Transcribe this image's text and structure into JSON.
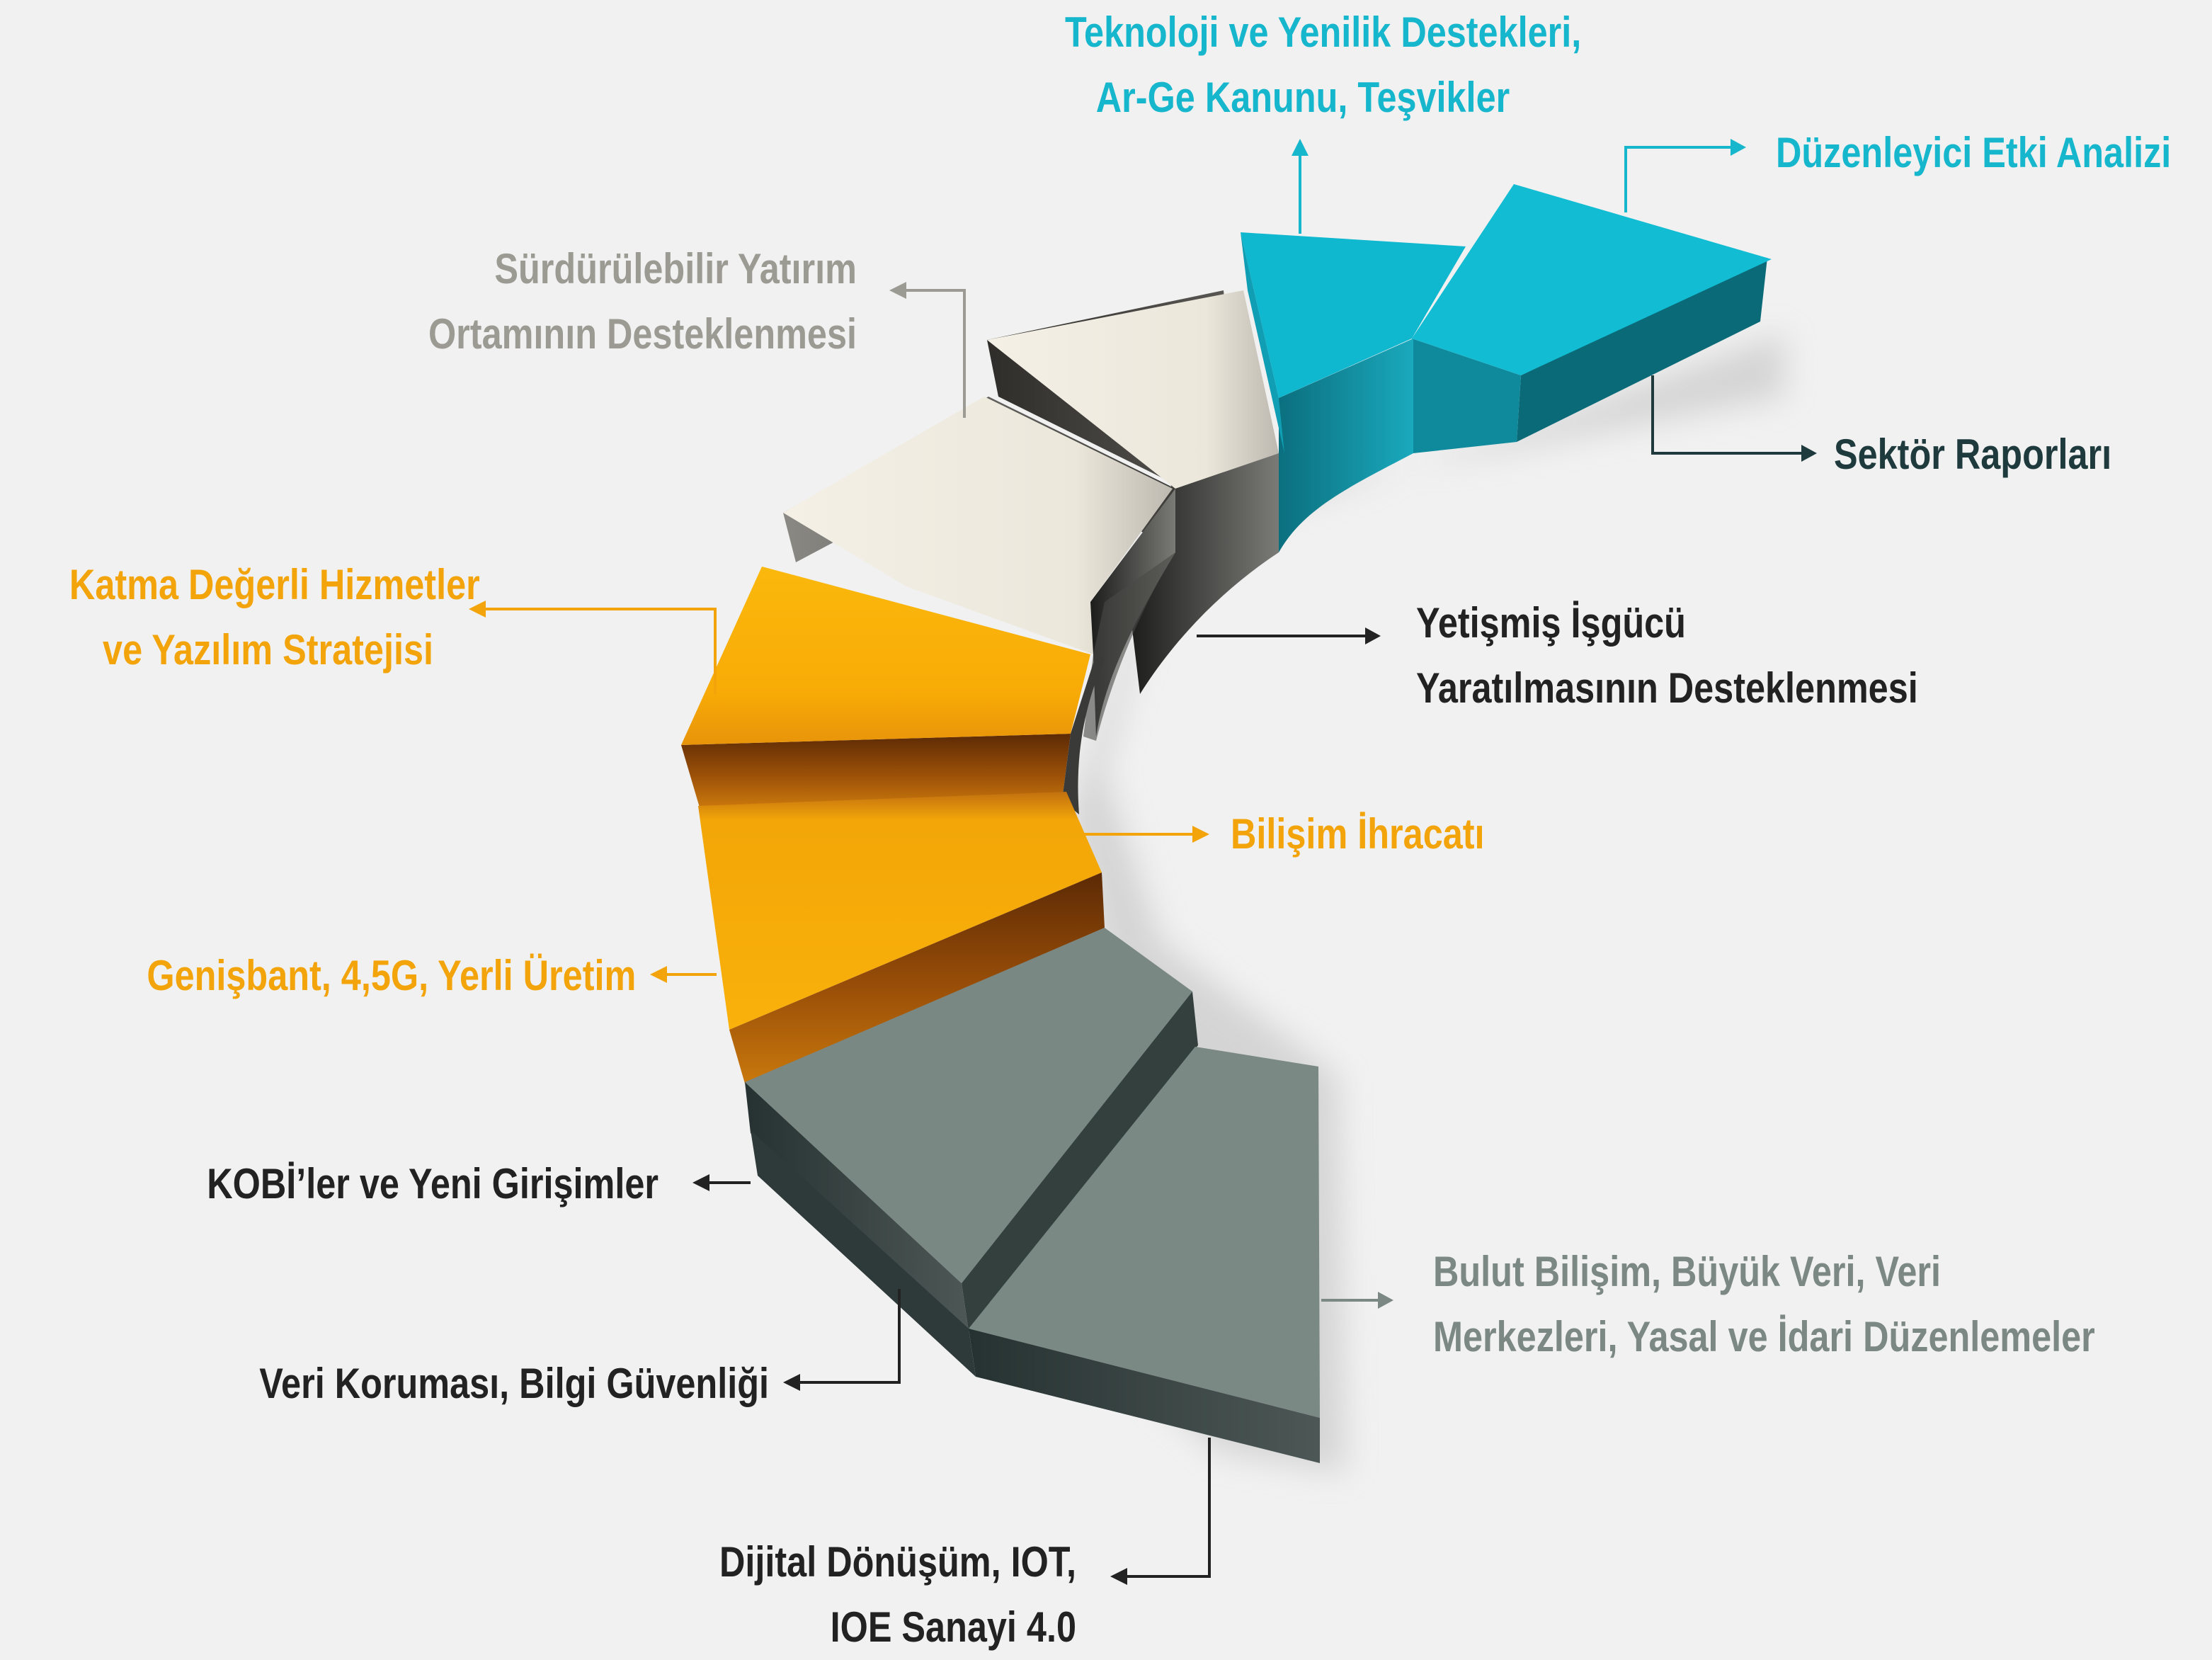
{
  "colors": {
    "teal": "#0fb9cf",
    "cream": "#f0ece1",
    "orange": "#f6ab07",
    "slate": "#7b8884",
    "gray_text": "#9b9b93",
    "dark_text": "#232b2b",
    "slate_text": "#7b8884",
    "background": "#f1f1f1"
  },
  "labels": {
    "teknoloji_line1": "Teknoloji ve Yenilik Destekleri,",
    "teknoloji_line2": "Ar-Ge Kanunu, Teşvikler",
    "duzenleyici": "Düzenleyici Etki Analizi",
    "sektor": "Sektör Raporları",
    "surdurulebilir_line1": "Sürdürülebilir Yatırım",
    "surdurulebilir_line2": "Ortamının Desteklenmesi",
    "katma_line1": "Katma Değerli Hizmetler",
    "katma_line2": "ve Yazılım Stratejisi",
    "yetismis_line1": "Yetişmiş İşgücü",
    "yetismis_line2": "Yaratılmasının Desteklenmesi",
    "bilisim": "Bilişim İhracatı",
    "genisbant": "Genişbant, 4,5G, Yerli Üretim",
    "kobi": "KOBİ’ler ve Yeni Girişimler",
    "bulut_line1": "Bulut Bilişim, Büyük Veri, Veri",
    "bulut_line2": "Merkezleri, Yasal ve İdari Düzenlemeler",
    "veri": "Veri Koruması, Bilgi Güvenliği",
    "dijital_line1": "Dijital Dönüşüm, IOT,",
    "dijital_line2": "IOE Sanayi 4.0"
  }
}
